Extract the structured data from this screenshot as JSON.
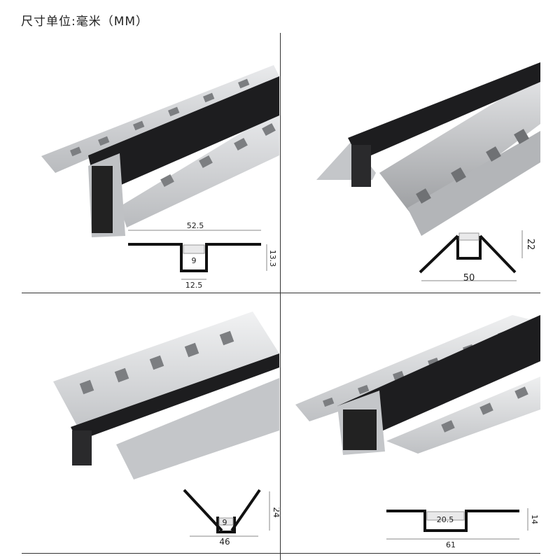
{
  "header": {
    "unit_label": "尺寸单位:毫米（MM）"
  },
  "panels": [
    {
      "dims": {
        "width": "52.5",
        "inner": "9",
        "height": "13.3",
        "bottom": "12.5"
      }
    },
    {
      "dims": {
        "width": "50",
        "height": "22"
      }
    },
    {
      "dims": {
        "inner": "9",
        "width": "46",
        "height": "24"
      }
    },
    {
      "dims": {
        "inner": "20.5",
        "width": "61",
        "height": "14"
      }
    }
  ],
  "colors": {
    "aluminum": "#cfd0d2",
    "diffuser": "#1d1d1f",
    "line": "#222222"
  }
}
